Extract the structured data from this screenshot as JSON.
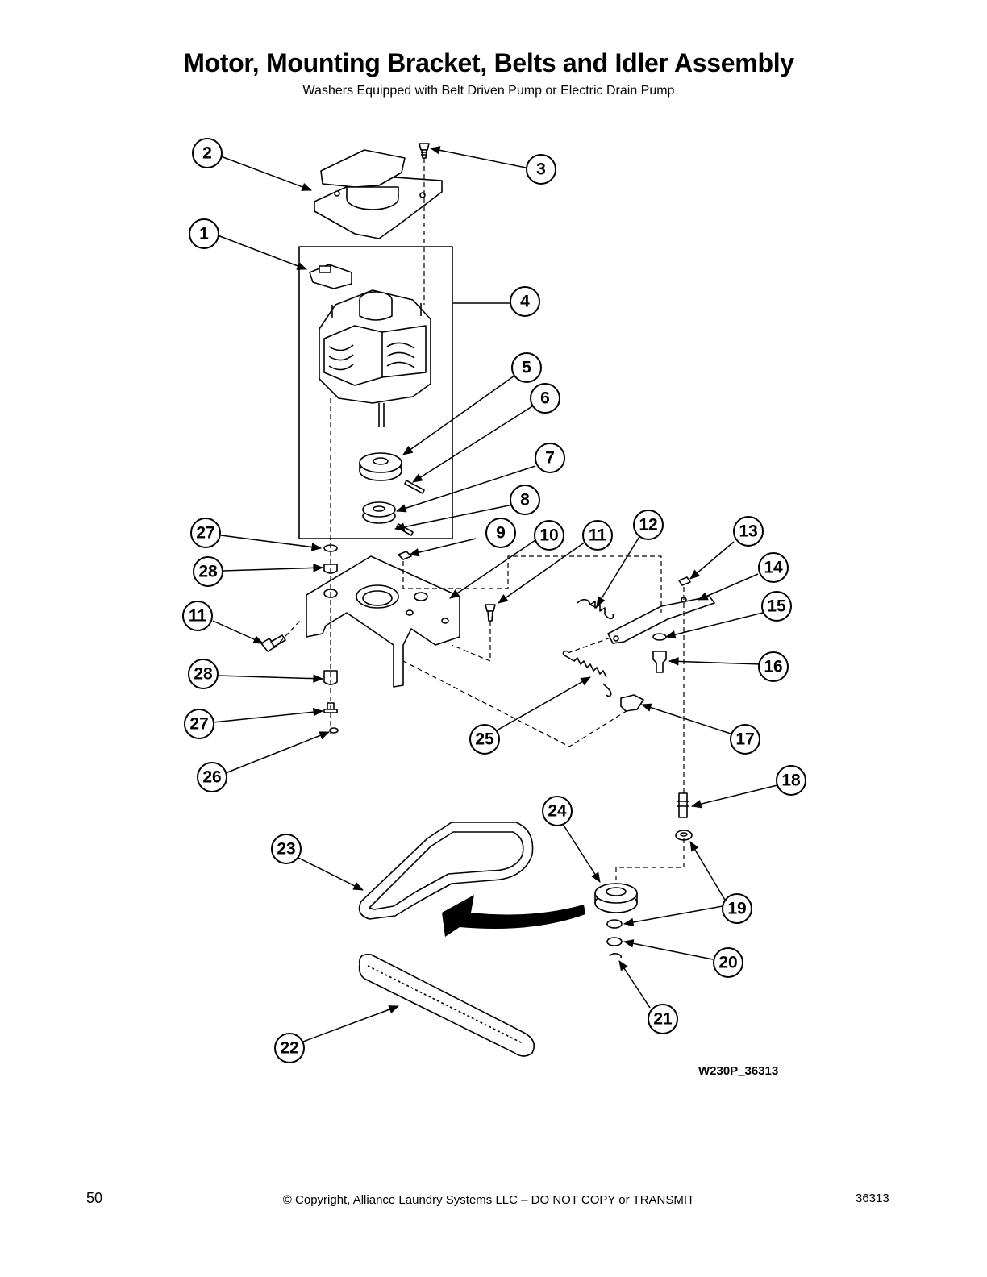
{
  "title": "Motor, Mounting Bracket, Belts and Idler Assembly",
  "subtitle": "Washers Equipped with Belt Driven Pump or Electric Drain Pump",
  "callouts": [
    "1",
    "2",
    "3",
    "4",
    "5",
    "6",
    "7",
    "8",
    "9",
    "10",
    "11",
    "11",
    "12",
    "13",
    "14",
    "15",
    "16",
    "17",
    "18",
    "19",
    "20",
    "21",
    "22",
    "23",
    "24",
    "25",
    "26",
    "27",
    "27",
    "28",
    "28"
  ],
  "figure_code": "W230P_36313",
  "footer": {
    "page_number": "50",
    "copyright": "© Copyright, Alliance Laundry Systems LLC – DO NOT COPY or TRANSMIT",
    "doc_number": "36313"
  }
}
